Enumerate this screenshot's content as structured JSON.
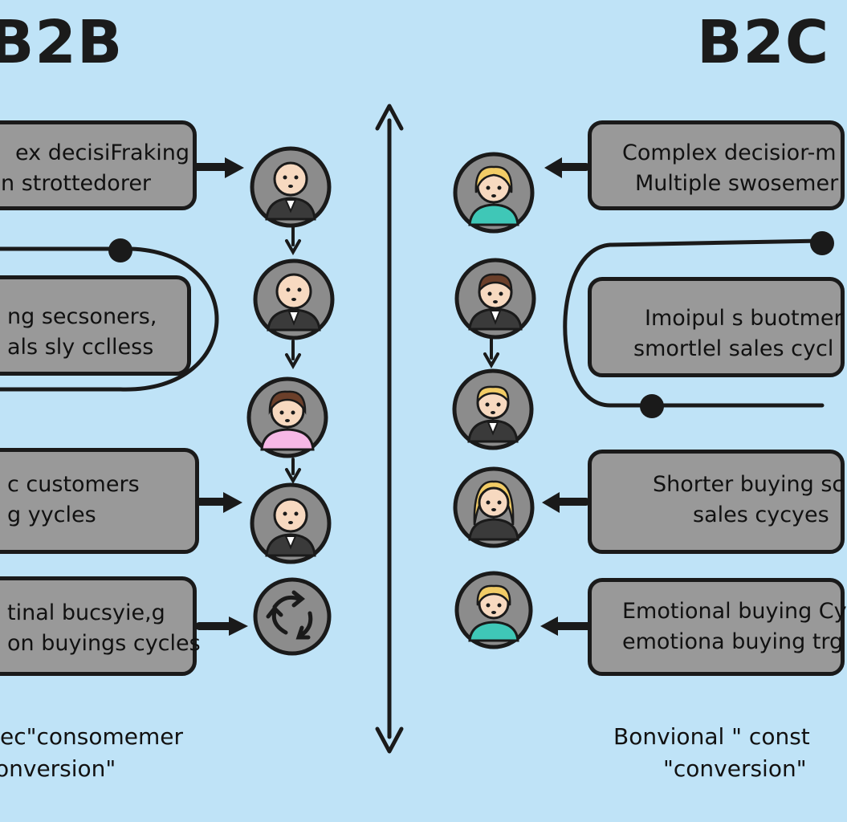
{
  "titles": {
    "left": "B2B",
    "right": "B2C"
  },
  "left_bubbles": [
    {
      "lines": [
        "ex decisiFraking",
        "n strottedorer"
      ]
    },
    {
      "lines": [
        "ng secsoners,",
        "als sly cclless"
      ]
    },
    {
      "lines": [
        "c customers",
        "g yycles"
      ]
    },
    {
      "lines": [
        "tinal bucsyie,g",
        "on buyings cycles"
      ]
    }
  ],
  "right_bubbles": [
    {
      "lines": [
        "Complex decisior-m",
        "Multiple swosemer"
      ]
    },
    {
      "lines": [
        "Imoipul s buotmer",
        "smortlel sales cycl"
      ]
    },
    {
      "lines": [
        "Shorter buying sc",
        "sales cycyes"
      ]
    },
    {
      "lines": [
        "Emotional buying Cy",
        "emotiona buying trg"
      ]
    }
  ],
  "footers": {
    "left": [
      "ec\"consomemer",
      "onversion\""
    ],
    "right": [
      "Bonvional \" const",
      "\"conversion\""
    ]
  },
  "colors": {
    "background": "#bfe3f7",
    "bubble": "#999999",
    "outline": "#1a1a1a",
    "pink_shirt": "#f7b8e6",
    "teal_shirt": "#3fc7b7",
    "blonde_hair": "#f2cc66",
    "brown_hair": "#6b3f2a"
  },
  "icons": {
    "center_divider": "double-headed-arrow",
    "cycle_symbol": "recycle-arrows-icon"
  }
}
